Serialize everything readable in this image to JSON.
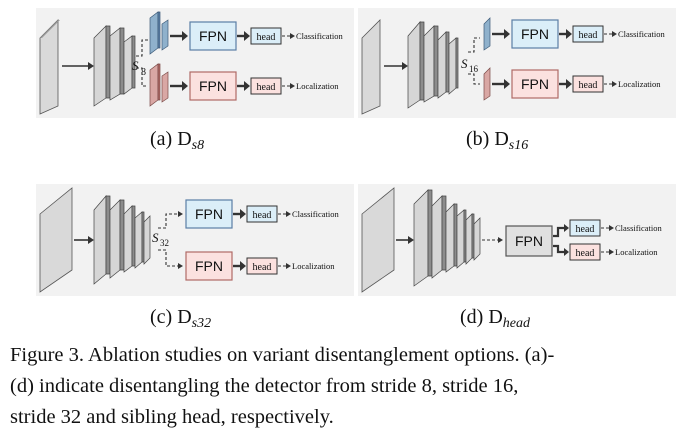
{
  "figure": {
    "caption_lines": [
      "Figure 3. Ablation studies on variant disentanglement options. (a)-",
      "(d) indicate disentangling the detector from stride 8, stride 16,",
      "stride 32 and sibling head, respectively."
    ]
  },
  "labels": {
    "fpn": "FPN",
    "head": "head",
    "classification": "Classification",
    "localization": "Localization"
  },
  "panels": [
    {
      "id": "a",
      "prefix": "(a)",
      "symbol": "D",
      "subscript": "s8",
      "split_label": "S",
      "split_sub": "8"
    },
    {
      "id": "b",
      "prefix": "(b)",
      "symbol": "D",
      "subscript": "s16",
      "split_label": "S",
      "split_sub": "16"
    },
    {
      "id": "c",
      "prefix": "(c)",
      "symbol": "D",
      "subscript": "s32",
      "split_label": "S",
      "split_sub": "32"
    },
    {
      "id": "d",
      "prefix": "(d)",
      "symbol": "D",
      "subscript": "head"
    }
  ],
  "colors": {
    "panel_bg": "#f2f2f2",
    "plate_front": "#d9d9d9",
    "plate_side": "#8c8c8c",
    "cls_fill": "#dbeef8",
    "cls_border": "#5b7fa6",
    "loc_fill": "#fbe1df",
    "loc_border": "#b06a66",
    "blue_plate": "#8fb1cc",
    "pink_plate": "#d9a7a4",
    "fpn_grey": "#e0e0e0"
  }
}
